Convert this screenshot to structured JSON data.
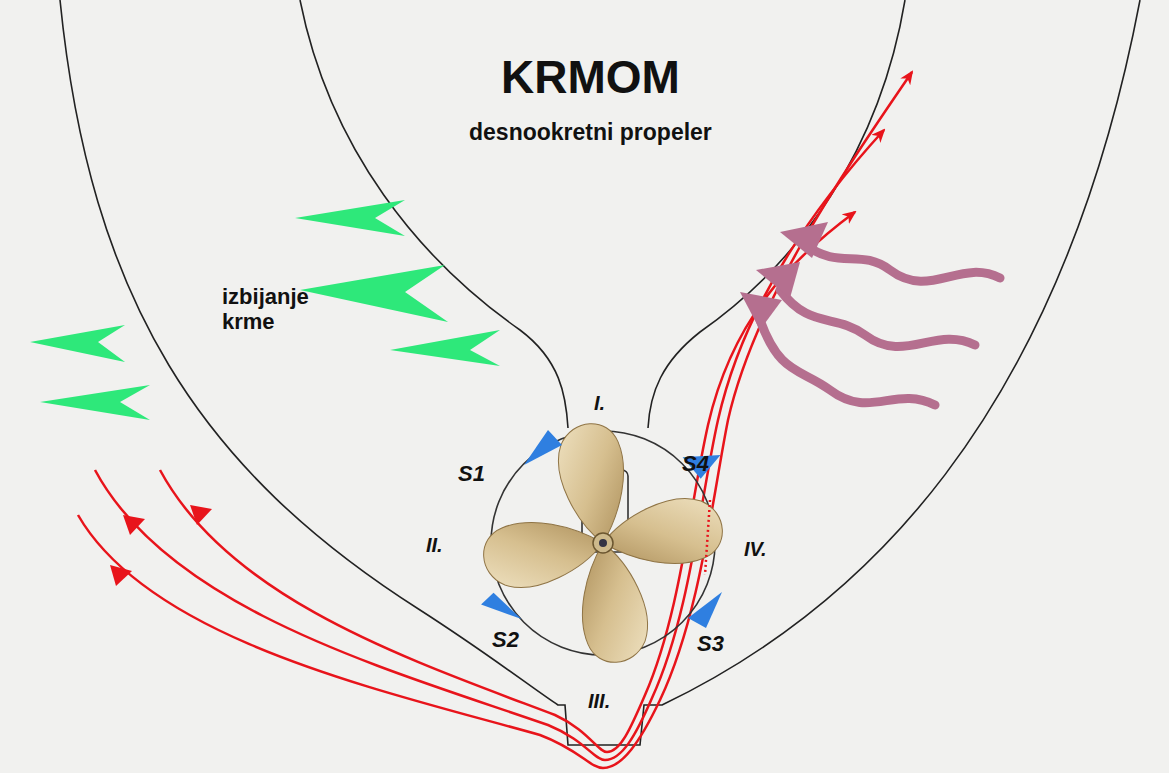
{
  "diagram": {
    "title": "KRMOM",
    "labels": [
      "desnookretni propeler",
      "izbijanje krme",
      "I.",
      "II.",
      "III.",
      "IV.",
      "S1",
      "S2",
      "S3",
      "S4"
    ]
  }
}
